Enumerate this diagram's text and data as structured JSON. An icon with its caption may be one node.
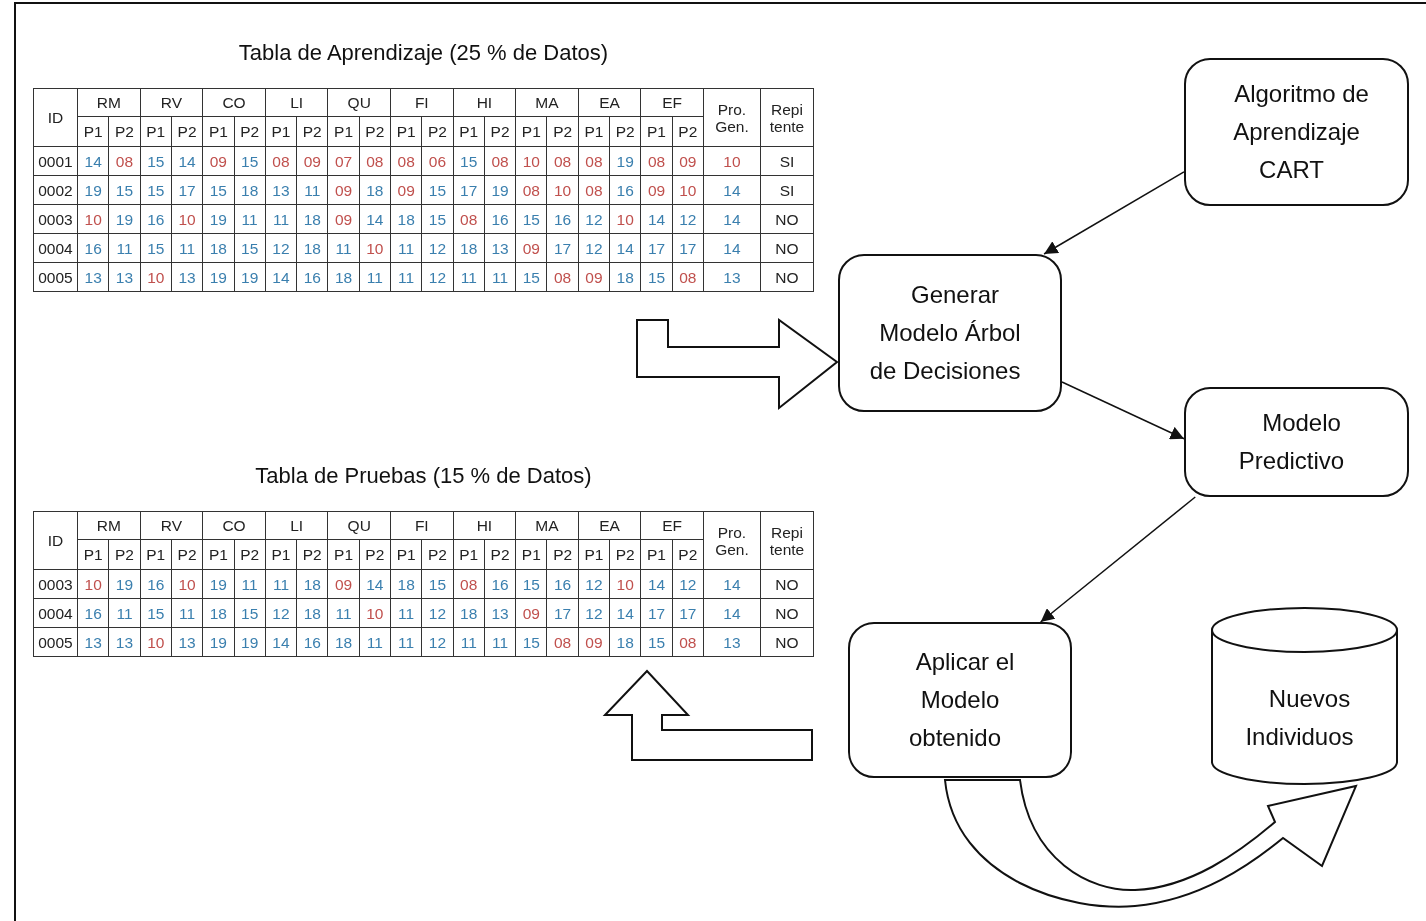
{
  "diagram": {
    "nodes": [
      {
        "text": [
          "Tabla de Aprendizaje (25 % de Datos)",
          "ID",
          "RM",
          "RV",
          "CO",
          "LI",
          "QU",
          "FI",
          "HI",
          "MA",
          "EA",
          "EF",
          "Pro. Gen.",
          "Repi tente",
          "P1",
          "P2",
          "P1",
          "P2",
          "P1",
          "P2",
          "P1",
          "P2",
          "P1",
          "P2",
          "P1",
          "P2",
          "P1",
          "P2",
          "P1",
          "P2",
          "P1",
          "P2",
          "P1",
          "P2",
          "0001",
          "14",
          "08",
          "15",
          "14",
          "09",
          "15",
          "08",
          "09",
          "07",
          "08",
          "08",
          "06",
          "15",
          "08",
          "10",
          "08",
          "08",
          "19",
          "08",
          "09",
          "10",
          "SI",
          "0002",
          "19",
          "15",
          "15",
          "17",
          "15",
          "18",
          "13",
          "11",
          "09",
          "18",
          "09",
          "15",
          "17",
          "19",
          "08",
          "10",
          "08",
          "16",
          "09",
          "10",
          "14",
          "SI",
          "0003",
          "10",
          "19",
          "16",
          "10",
          "19",
          "11",
          "11",
          "18",
          "09",
          "14",
          "18",
          "15",
          "08",
          "16",
          "15",
          "16",
          "12",
          "10",
          "14",
          "12",
          "14",
          "NO",
          "0004",
          "16",
          "11",
          "15",
          "11",
          "18",
          "15",
          "12",
          "18",
          "11",
          "10",
          "11",
          "12",
          "18",
          "13",
          "09",
          "17",
          "12",
          "14",
          "17",
          "17",
          "14",
          "NO",
          "0005",
          "13",
          "13",
          "10",
          "13",
          "19",
          "19",
          "14",
          "16",
          "18",
          "11",
          "11",
          "12",
          "11",
          "11",
          "15",
          "08",
          "09",
          "18",
          "15",
          "08",
          "13",
          "NO"
        ]
      },
      {
        "text": [
          "Algoritmo de Aprendizaje CART"
        ]
      },
      {
        "text": [
          "Generar Modelo Árbol de Decisiones"
        ]
      },
      {
        "text": [
          "Modelo Predictivo"
        ]
      },
      {
        "text": [
          "Tabla de Pruebas (15 % de Datos)",
          "ID",
          "RM",
          "RV",
          "CO",
          "LI",
          "QU",
          "FI",
          "HI",
          "MA",
          "EA",
          "EF",
          "Pro. Gen.",
          "Repi tente",
          "P1",
          "P2",
          "P1",
          "P2",
          "P1",
          "P2",
          "P1",
          "P2",
          "P1",
          "P2",
          "P1",
          "P2",
          "P1",
          "P2",
          "P1",
          "P2",
          "P1",
          "P2",
          "P1",
          "P2",
          "0003",
          "10",
          "19",
          "16",
          "10",
          "19",
          "11",
          "11",
          "18",
          "09",
          "14",
          "18",
          "15",
          "08",
          "16",
          "15",
          "16",
          "12",
          "10",
          "14",
          "12",
          "14",
          "NO",
          "0004",
          "16",
          "11",
          "15",
          "11",
          "18",
          "15",
          "12",
          "18",
          "11",
          "10",
          "11",
          "12",
          "18",
          "13",
          "09",
          "17",
          "12",
          "14",
          "17",
          "17",
          "14",
          "NO",
          "0005",
          "13",
          "13",
          "10",
          "13",
          "19",
          "19",
          "14",
          "16",
          "18",
          "11",
          "11",
          "12",
          "11",
          "11",
          "15",
          "08",
          "09",
          "18",
          "15",
          "08",
          "13",
          "NO"
        ]
      },
      {
        "text": [
          "Aplicar el Modelo obtenido"
        ]
      },
      {
        "text": [
          "Nuevos Individuos"
        ]
      }
    ],
    "edges": [
      {
        "from": 0,
        "to": 2,
        "arrow": "to",
        "style": "thick"
      },
      {
        "from": 1,
        "to": 2,
        "arrow": "to"
      },
      {
        "from": 2,
        "to": 3,
        "arrow": "to"
      },
      {
        "from": 3,
        "to": 5,
        "arrow": "to"
      },
      {
        "from": 5,
        "to": 4,
        "arrow": "to",
        "style": "thick"
      },
      {
        "from": 5,
        "to": 6,
        "arrow": "to",
        "style": "thick"
      }
    ]
  }
}
